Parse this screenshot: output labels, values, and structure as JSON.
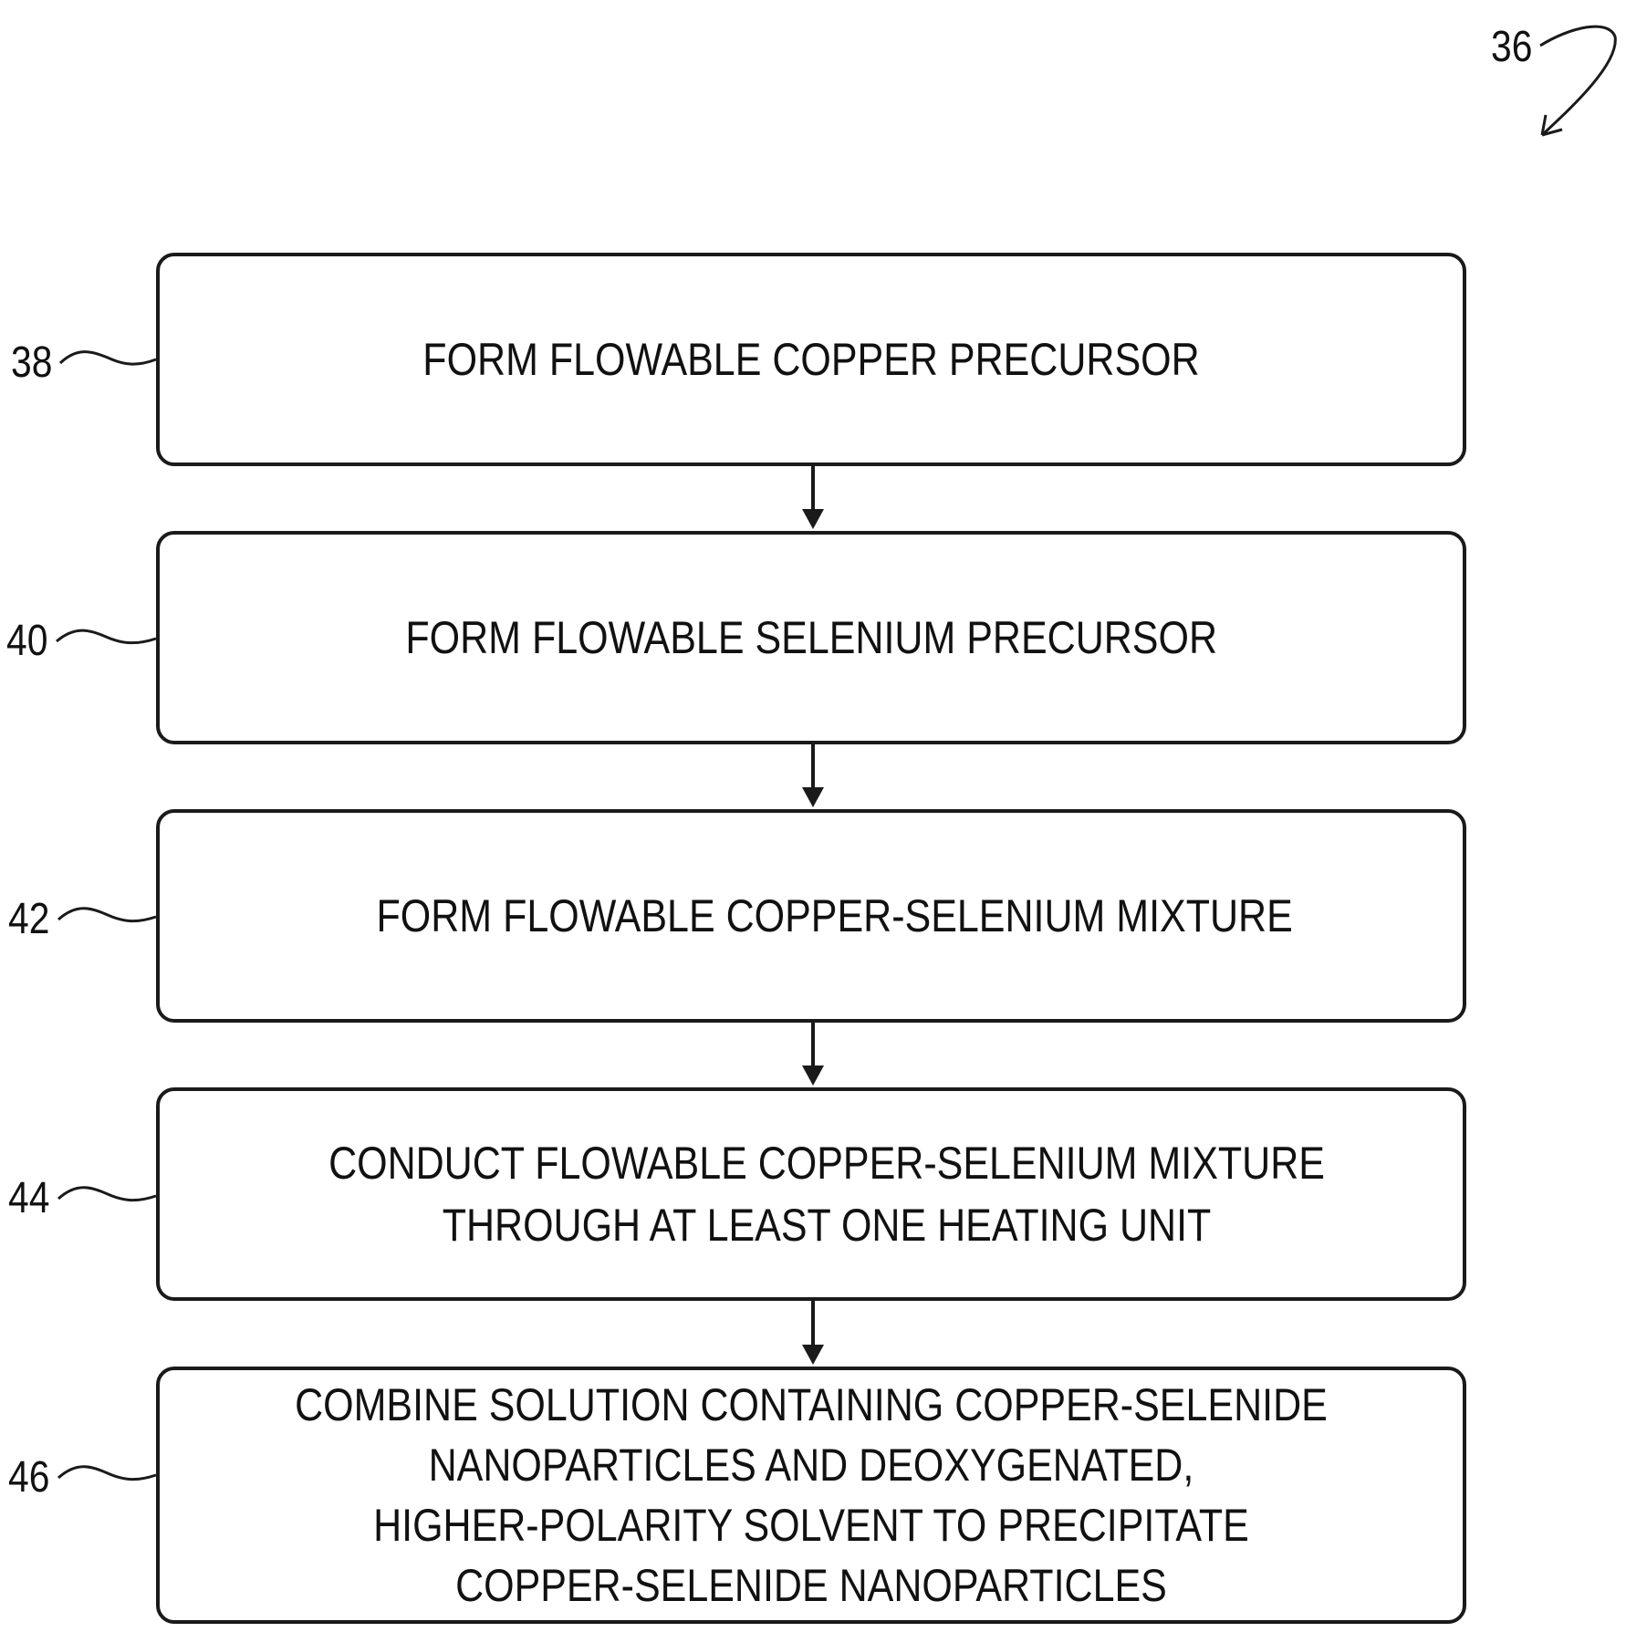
{
  "figure_ref": "36",
  "steps": [
    {
      "ref": "38",
      "lines": [
        "FORM FLOWABLE COPPER PRECURSOR"
      ]
    },
    {
      "ref": "40",
      "lines": [
        "FORM FLOWABLE SELENIUM PRECURSOR"
      ]
    },
    {
      "ref": "42",
      "lines": [
        "FORM FLOWABLE COPPER-SELENIUM MIXTURE"
      ]
    },
    {
      "ref": "44",
      "lines": [
        "CONDUCT FLOWABLE COPPER-SELENIUM MIXTURE",
        "THROUGH AT LEAST ONE HEATING UNIT"
      ]
    },
    {
      "ref": "46",
      "lines": [
        "COMBINE SOLUTION CONTAINING COPPER-SELENIDE",
        "NANOPARTICLES AND DEOXYGENATED,",
        "HIGHER-POLARITY SOLVENT TO PRECIPITATE",
        "COPPER-SELENIDE NANOPARTICLES"
      ]
    }
  ]
}
